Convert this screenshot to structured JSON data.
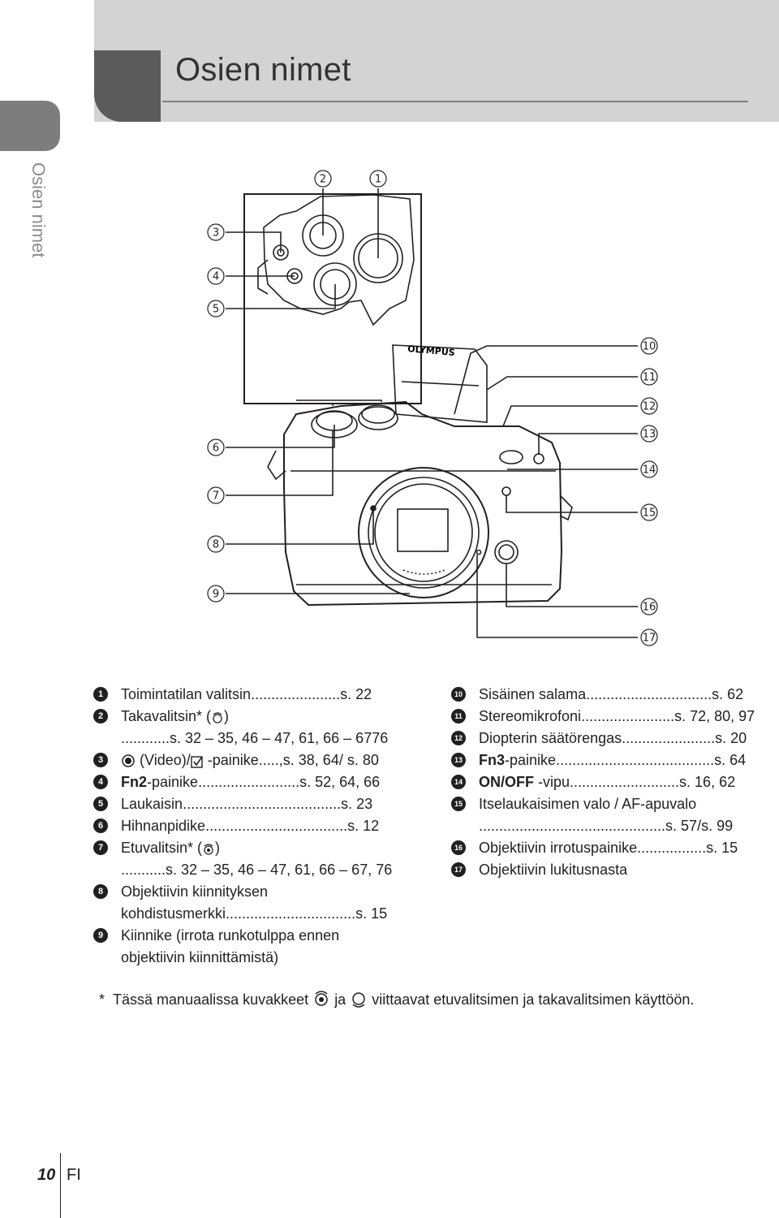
{
  "header": {
    "title": "Osien nimet",
    "side_tab_label": "Osien nimet"
  },
  "figure": {
    "top_callouts": [
      "2",
      "1"
    ],
    "left_callouts": [
      "3",
      "4",
      "5",
      "6",
      "7",
      "8",
      "9"
    ],
    "right_callouts": [
      "10",
      "11",
      "12",
      "13",
      "14",
      "15",
      "16",
      "17"
    ],
    "brand_text": "OLYMPUS"
  },
  "parts_left": [
    {
      "num": "1",
      "label": "Toimintatilan valitsin",
      "dots": "......................",
      "ref": "s. 22"
    },
    {
      "num": "2",
      "label": "Takavalitsin* (",
      "label2": ")",
      "cont": "............s. 32 – 35, 46 – 47, 61, 66 – 6776"
    },
    {
      "num": "3",
      "label": "(Video)/",
      "label2": " -painike",
      "dots": ".....",
      "ref": ",s. 38, 64/ s. 80"
    },
    {
      "num": "4",
      "bold": "Fn2",
      "label": "-painike",
      "dots": ".........................",
      "ref": "s. 52, 64, 66"
    },
    {
      "num": "5",
      "label": "Laukaisin",
      "dots": ".......................................",
      "ref": "s. 23"
    },
    {
      "num": "6",
      "label": "Hihnanpidike",
      "dots": "...................................",
      "ref": "s. 12"
    },
    {
      "num": "7",
      "label": "Etuvalitsin* (",
      "label2": ")",
      "cont": "...........s. 32 – 35, 46 – 47, 61, 66 – 67, 76"
    },
    {
      "num": "8",
      "label": "Objektiivin kiinnityksen",
      "cont": "kohdistusmerkki",
      "dots": "................................",
      "ref": "s. 15"
    },
    {
      "num": "9",
      "label": "Kiinnike (irrota runkotulppa ennen",
      "cont": "objektiivin kiinnittämistä)"
    }
  ],
  "parts_right": [
    {
      "num": "10",
      "label": "Sisäinen salama",
      "dots": "...............................",
      "ref": "s. 62"
    },
    {
      "num": "11",
      "label": "Stereomikrofoni",
      "dots": ".......................",
      "ref": "s. 72, 80, 97"
    },
    {
      "num": "12",
      "label": "Diopterin säätörengas",
      "dots": ".......................",
      "ref": "s. 20"
    },
    {
      "num": "13",
      "bold": "Fn3",
      "label": "-painike",
      "dots": ".......................................",
      "ref": "s. 64"
    },
    {
      "num": "14",
      "bold": "ON/OFF",
      "label": " -vipu",
      "dots": "...........................",
      "ref": "s. 16, 62"
    },
    {
      "num": "15",
      "label": "Itselaukaisimen valo / AF-apuvalo",
      "cont": "..............................................s. 57/s. 99"
    },
    {
      "num": "16",
      "label": "Objektiivin irrotuspainike",
      "dots": ".................",
      "ref": "s. 15"
    },
    {
      "num": "17",
      "label": "Objektiivin lukitusnasta"
    }
  ],
  "footnote": {
    "star": "*",
    "text1": "Tässä manuaalissa kuvakkeet",
    "text2": "ja",
    "text3": "viittaavat etuvalitsimen ja takavalitsimen käyttöön."
  },
  "page": {
    "number": "10",
    "lang": "FI"
  }
}
